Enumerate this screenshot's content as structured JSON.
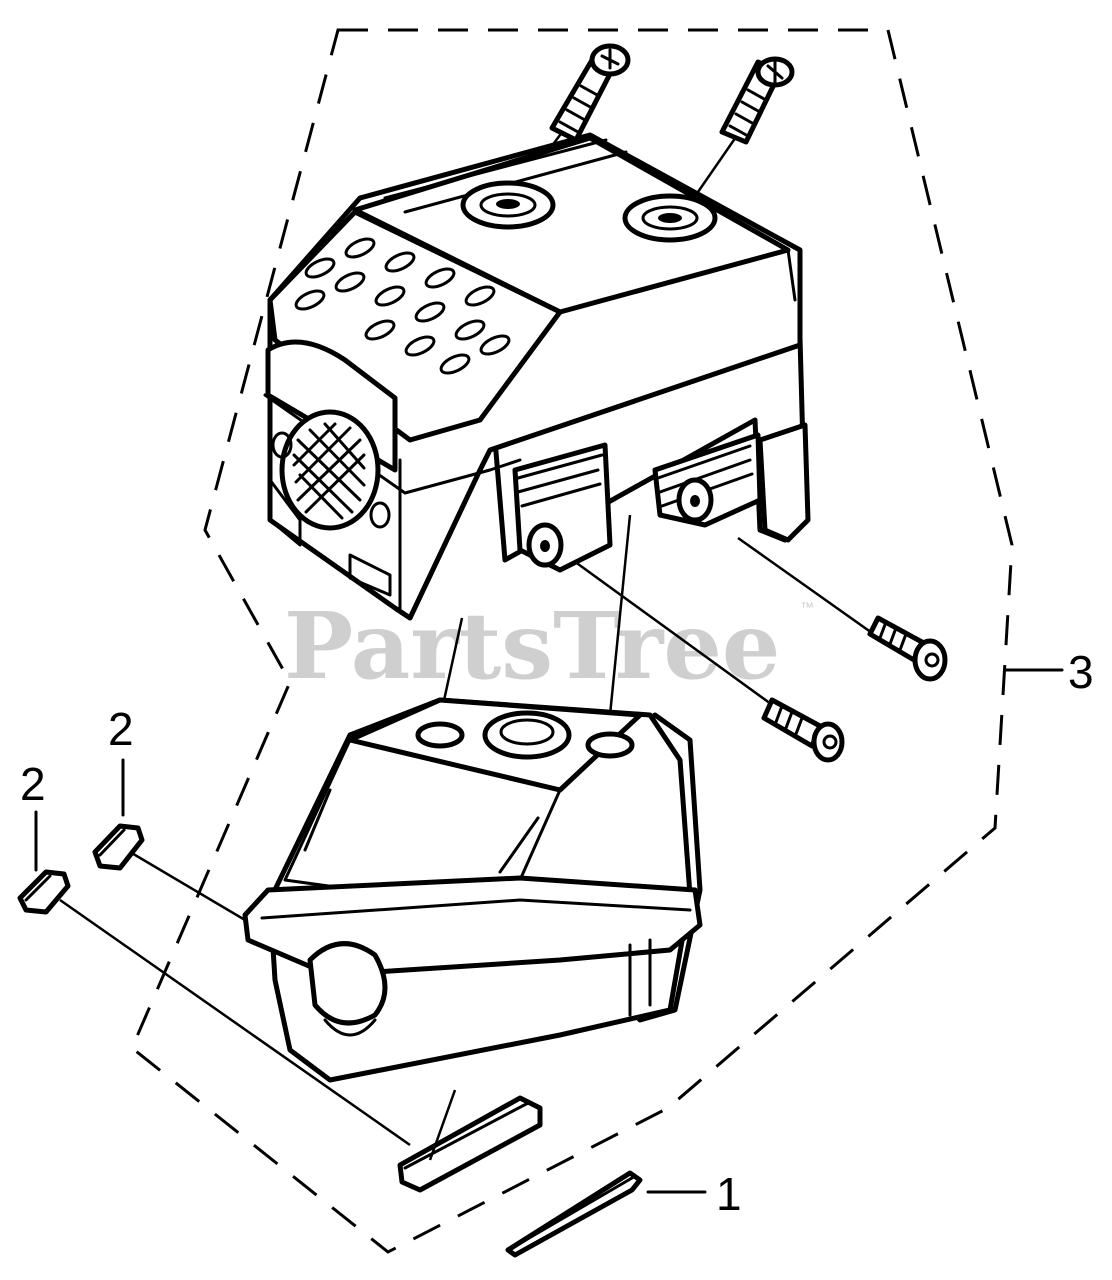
{
  "watermark": {
    "text": "PartsTree",
    "trademark": "™"
  },
  "callouts": [
    {
      "id": "1",
      "label": "1"
    },
    {
      "id": "2a",
      "label": "2"
    },
    {
      "id": "2b",
      "label": "2"
    },
    {
      "id": "3",
      "label": "3"
    }
  ],
  "colors": {
    "line": "#000000",
    "background": "#ffffff",
    "watermark": "#cfcfcf"
  }
}
